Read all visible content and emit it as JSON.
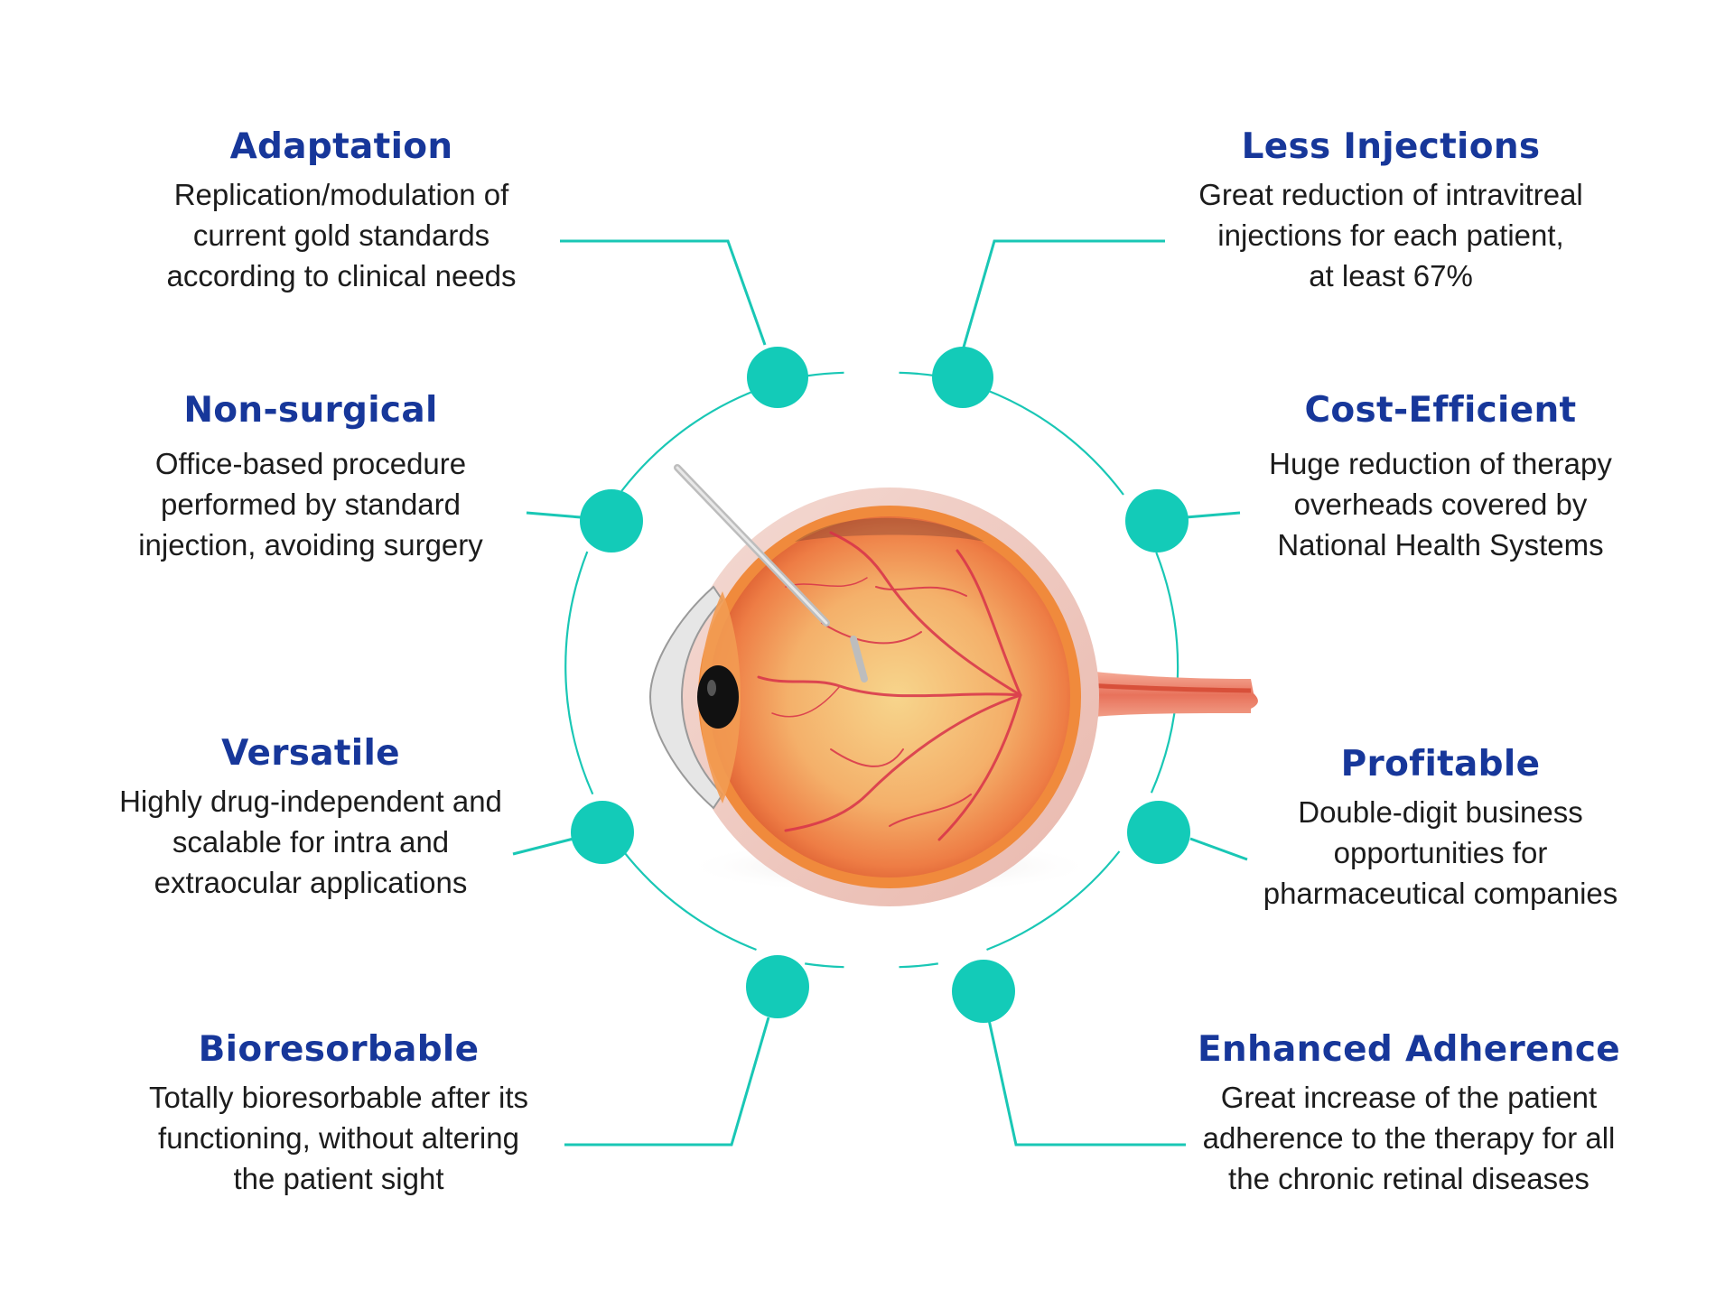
{
  "colors": {
    "heading": "#17379a",
    "connector": "#19c7b5",
    "node": "#13cbb8",
    "body_text": "#1c1c1c"
  },
  "center_image": "eye-cross-section-with-implant-needle",
  "features": [
    {
      "id": "adaptation",
      "title": "Adaptation",
      "lines": [
        "Replication/modulation of",
        "current gold standards",
        "according to clinical needs"
      ]
    },
    {
      "id": "non-surgical",
      "title": "Non-surgical",
      "lines": [
        "Office-based procedure",
        "performed by standard",
        "injection, avoiding surgery"
      ]
    },
    {
      "id": "versatile",
      "title": "Versatile",
      "lines": [
        "Highly drug-independent and",
        "scalable for intra and",
        "extraocular applications"
      ]
    },
    {
      "id": "bioresorbable",
      "title": "Bioresorbable",
      "lines": [
        "Totally bioresorbable after its",
        "functioning, without altering",
        "the patient sight"
      ]
    },
    {
      "id": "less-injections",
      "title": "Less Injections",
      "lines": [
        "Great reduction of intravitreal",
        "injections for each patient,",
        "at least 67%"
      ]
    },
    {
      "id": "cost-efficient",
      "title": "Cost-Efficient",
      "lines": [
        "Huge reduction of therapy",
        "overheads covered by",
        "National Health Systems"
      ]
    },
    {
      "id": "profitable",
      "title": "Profitable",
      "lines": [
        "Double-digit business",
        "opportunities for",
        "pharmaceutical companies"
      ]
    },
    {
      "id": "enhanced-adherence",
      "title": "Enhanced Adherence",
      "lines": [
        "Great increase of the patient",
        "adherence to the therapy for all",
        "the chronic retinal diseases"
      ]
    }
  ]
}
